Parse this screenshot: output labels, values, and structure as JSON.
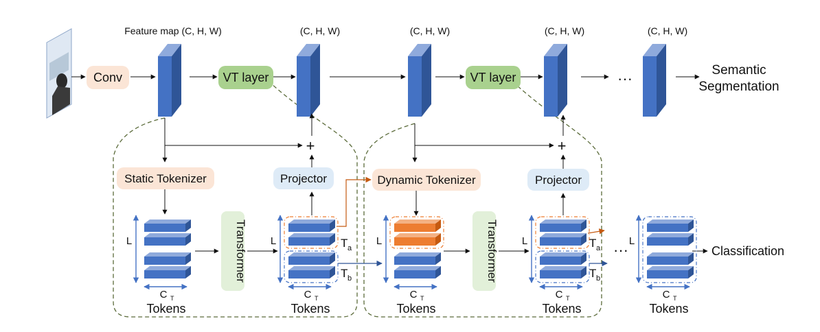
{
  "labels": {
    "conv": "Conv",
    "vt_layer": "VT layer",
    "feature_map": "Feature map (C, H, W)",
    "chw": "(C, H, W)",
    "dots": "···",
    "semantic_1": "Semantic",
    "semantic_2": "Segmentation",
    "static_tokenizer": "Static Tokenizer",
    "dynamic_tokenizer": "Dynamic Tokenizer",
    "projector": "Projector",
    "transformer": "Transformer",
    "tokens": "Tokens",
    "L": "L",
    "ct": "C",
    "ct_sub": "T",
    "T": "T",
    "a": "a",
    "b": "b",
    "plus": "+",
    "classification": "Classification"
  },
  "colors": {
    "conv_fill": "#fbe5d6",
    "vt_fill": "#a9d18e",
    "tokenizer_fill": "#fbe5d6",
    "projector_fill": "#deebf7",
    "transformer_fill": "#e2f0d9",
    "block_front": "#4472c4",
    "block_side": "#2f5597",
    "block_top": "#8faadc",
    "token_orange": "#ed7d31",
    "token_orange_dark": "#c55a11",
    "token_orange_top": "#f4b183",
    "dashed_region": "#5b6b3a",
    "axis": "#4472c4"
  }
}
